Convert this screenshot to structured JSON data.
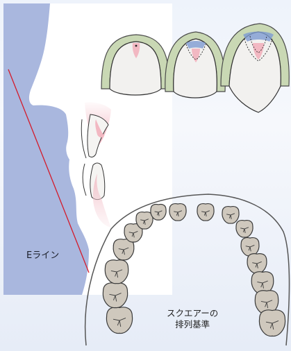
{
  "labels": {
    "e_line": "Eライン",
    "arch_caption_line1": "スクエアーの",
    "arch_caption_line2": "排列基準"
  },
  "colors": {
    "panel_bg": "#a9b7de",
    "face_fill": "#ffffff",
    "e_line": "#d41a2a",
    "gum_band": "#c9d8b4",
    "gum_outline": "#4a4a4a",
    "tooth_fill": "#f2f1ef",
    "pulp_pink": "#f2b8c2",
    "enamel_blue": "#7d9bd2",
    "molar_fill": "#cfc8bd",
    "arch_outline": "#555555"
  }
}
